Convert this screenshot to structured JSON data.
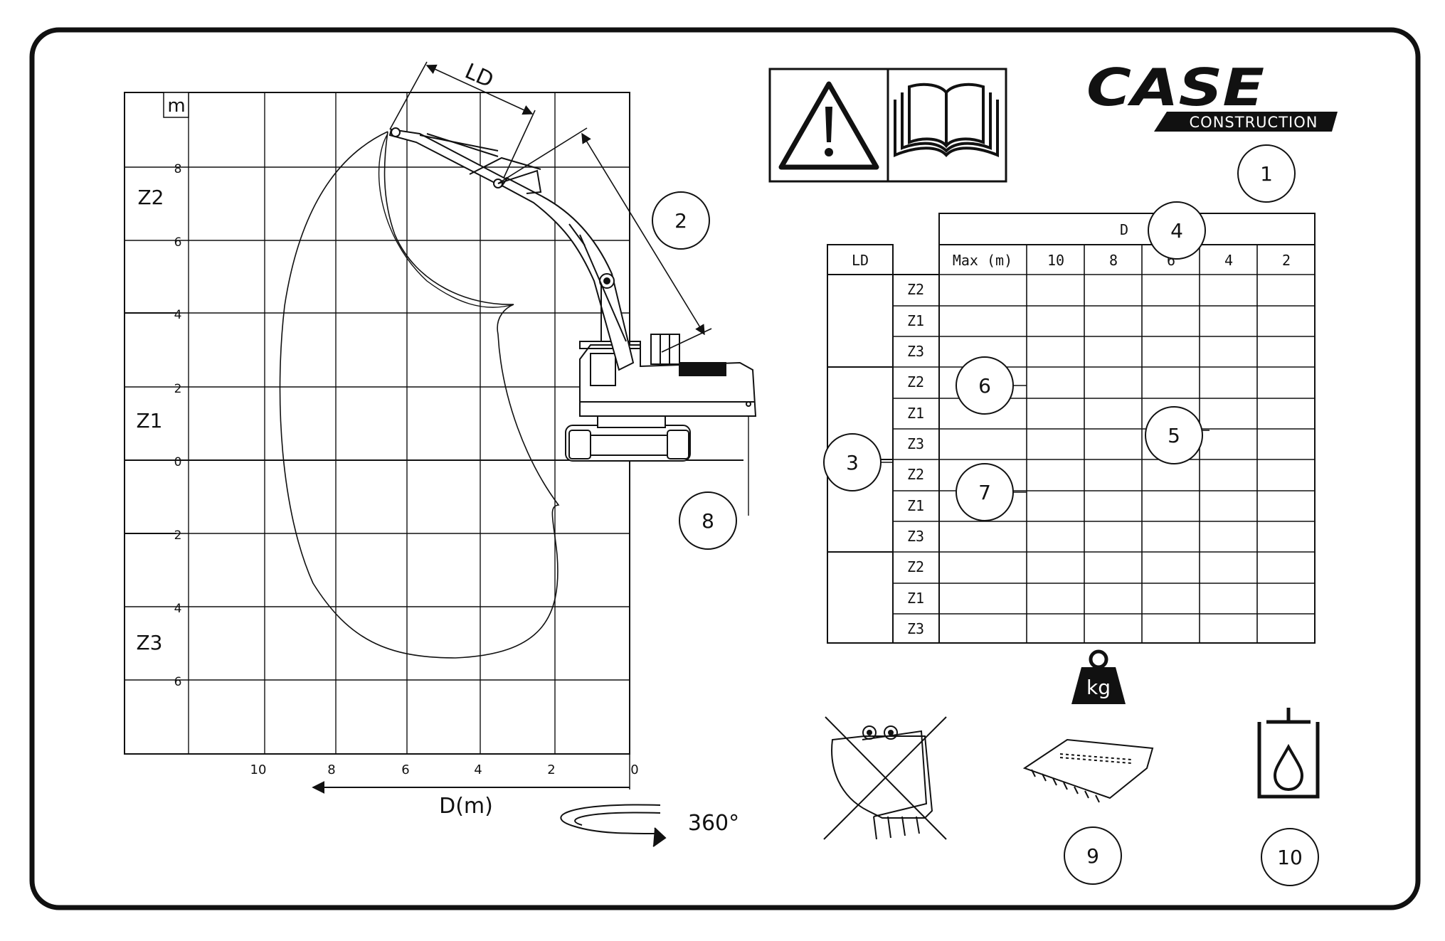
{
  "brand": {
    "name": "CASE",
    "sub": "CONSTRUCTION"
  },
  "chart": {
    "unit": "m",
    "y_ticks": [
      "8",
      "6",
      "4",
      "2",
      "0",
      "2",
      "4",
      "6"
    ],
    "x_ticks": [
      "10",
      "8",
      "6",
      "4",
      "2",
      "0"
    ],
    "zones": [
      "Z2",
      "Z1",
      "Z3"
    ],
    "x_axis_label": "D(m)",
    "ld_label": "LD",
    "rotation_label": "360°"
  },
  "table": {
    "d_header": "D",
    "ld_header": "LD",
    "columns": [
      "Max (m)",
      "10",
      "8",
      "6",
      "4",
      "2"
    ],
    "rows": [
      "Z2",
      "Z1",
      "Z3",
      "Z2",
      "Z1",
      "Z3",
      "Z2",
      "Z1",
      "Z3",
      "Z2",
      "Z1",
      "Z3"
    ]
  },
  "icons": {
    "weight": "kg"
  },
  "callouts": [
    "1",
    "2",
    "3",
    "4",
    "5",
    "6",
    "7",
    "8",
    "9",
    "10"
  ],
  "colors": {
    "ink": "#111111",
    "paper": "#ffffff"
  }
}
